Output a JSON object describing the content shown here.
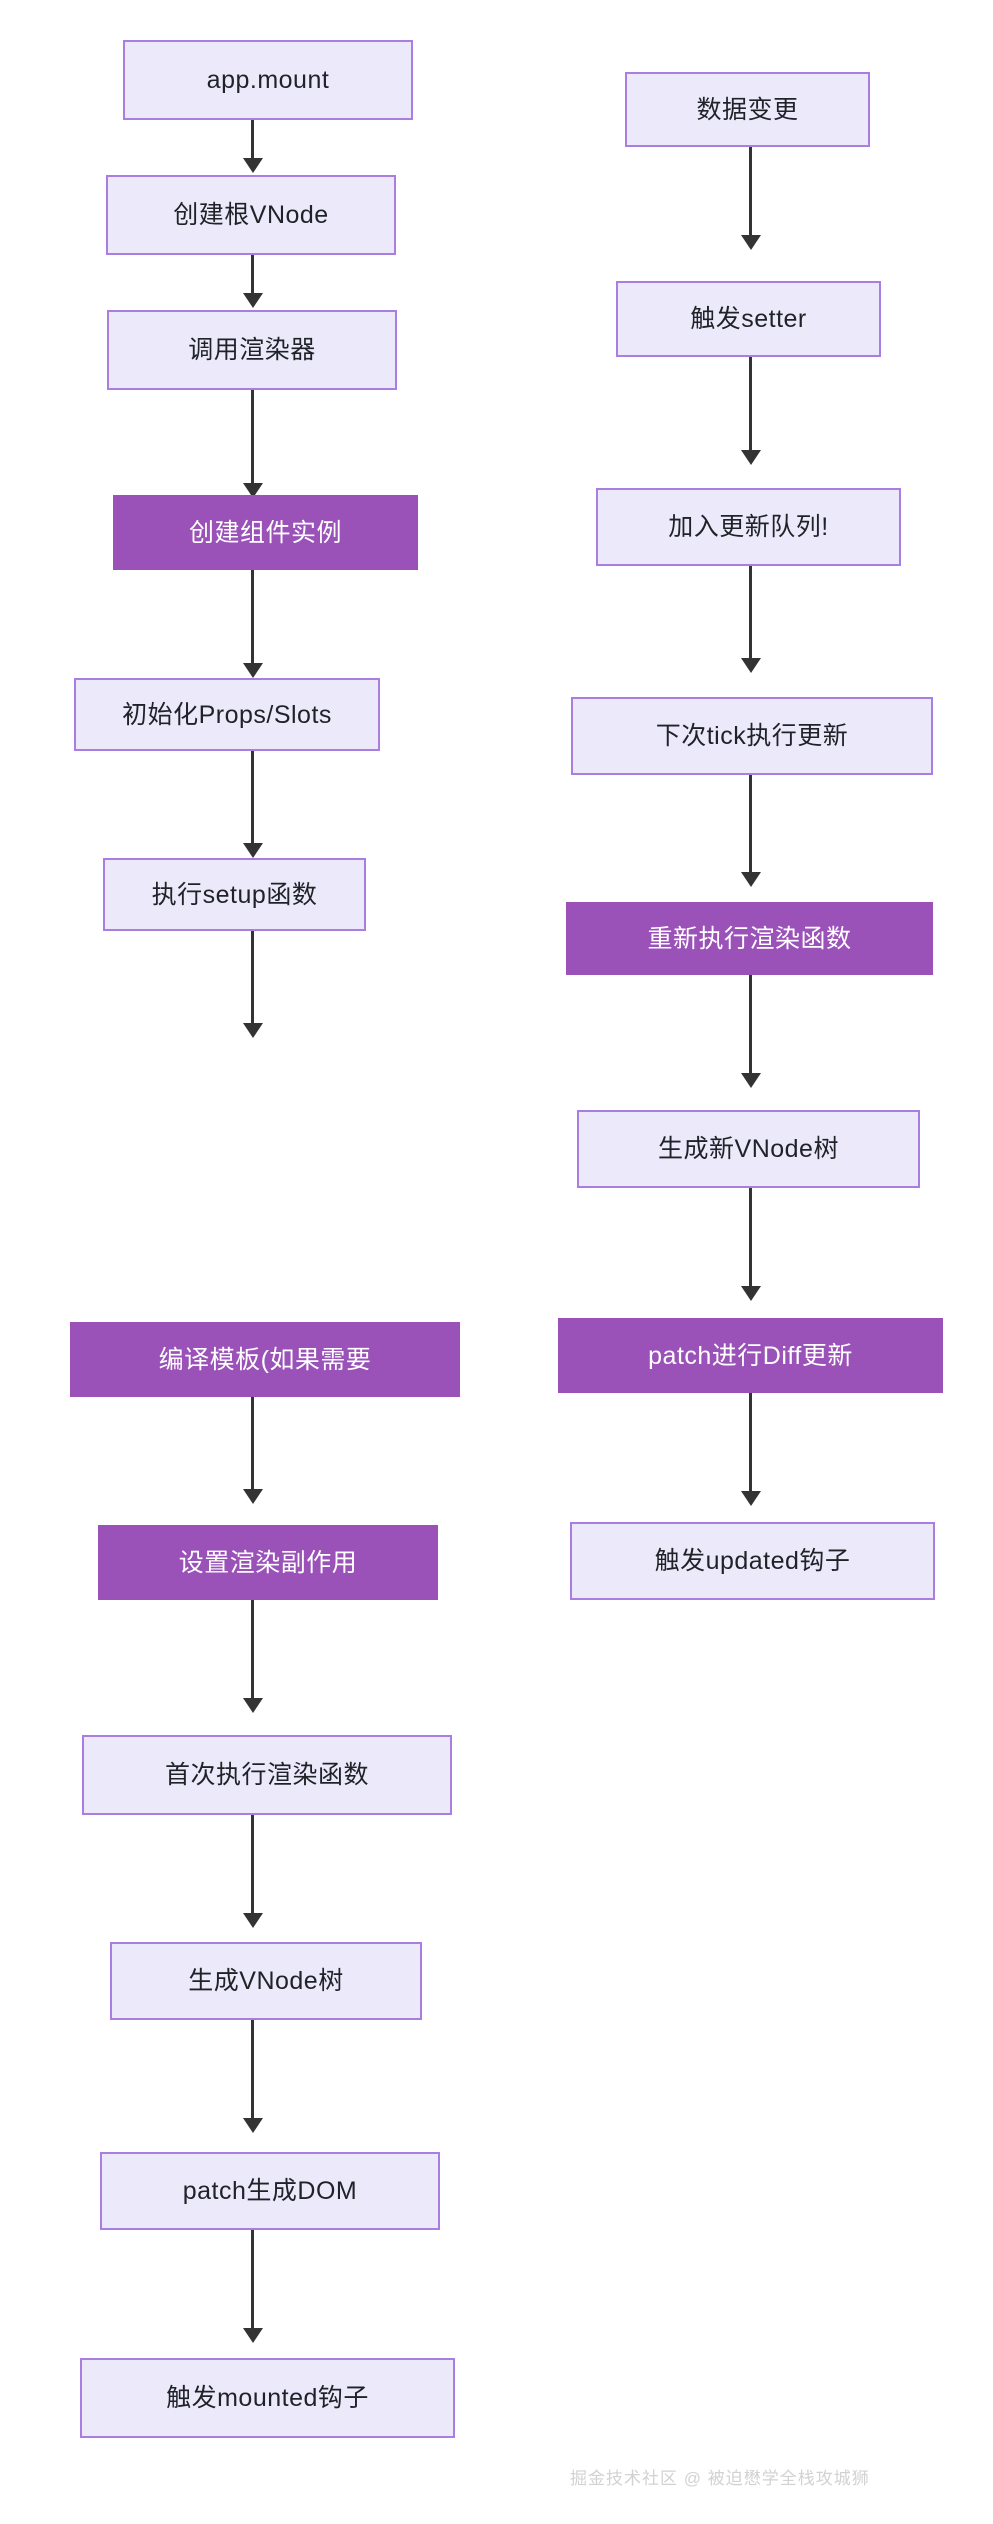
{
  "diagram": {
    "type": "flowchart",
    "background_color": "#ffffff",
    "palette": {
      "node_fill_light": "#ece9fb",
      "node_border_light": "#a97ee0",
      "node_fill_accent": "#9a51b8",
      "node_text_light": "#1f2328",
      "node_text_accent": "#ffffff",
      "connector": "#333333",
      "watermark": "#d2d2d2"
    },
    "columns": [
      {
        "id": "mount-flow",
        "nodes": [
          {
            "id": "m1",
            "label": "app.mount",
            "style": "light"
          },
          {
            "id": "m2",
            "label": "创建根VNode",
            "style": "light"
          },
          {
            "id": "m3",
            "label": "调用渲染器",
            "style": "light"
          },
          {
            "id": "m4",
            "label": "创建组件实例",
            "style": "accent"
          },
          {
            "id": "m5",
            "label": "初始化Props/Slots",
            "style": "light"
          },
          {
            "id": "m6",
            "label": "执行setup函数",
            "style": "light"
          },
          {
            "id": "m7",
            "label": "编译模板(如果需要",
            "style": "accent"
          },
          {
            "id": "m8",
            "label": "设置渲染副作用",
            "style": "accent"
          },
          {
            "id": "m9",
            "label": "首次执行渲染函数",
            "style": "light"
          },
          {
            "id": "m10",
            "label": "生成VNode树",
            "style": "light"
          },
          {
            "id": "m11",
            "label": "patch生成DOM",
            "style": "light"
          },
          {
            "id": "m12",
            "label": "触发mounted钩子",
            "style": "light"
          }
        ]
      },
      {
        "id": "update-flow",
        "nodes": [
          {
            "id": "u1",
            "label": "数据变更",
            "style": "light"
          },
          {
            "id": "u2",
            "label": "触发setter",
            "style": "light"
          },
          {
            "id": "u3",
            "label": "加入更新队列!",
            "style": "light"
          },
          {
            "id": "u4",
            "label": "下次tick执行更新",
            "style": "light"
          },
          {
            "id": "u5",
            "label": "重新执行渲染函数",
            "style": "accent"
          },
          {
            "id": "u6",
            "label": "生成新VNode树",
            "style": "light"
          },
          {
            "id": "u7",
            "label": "patch进行Diff更新",
            "style": "accent"
          },
          {
            "id": "u8",
            "label": "触发updated钩子",
            "style": "light"
          }
        ]
      }
    ],
    "watermark": "掘金技术社区 @ 被迫懋学全栈攻城狮"
  }
}
